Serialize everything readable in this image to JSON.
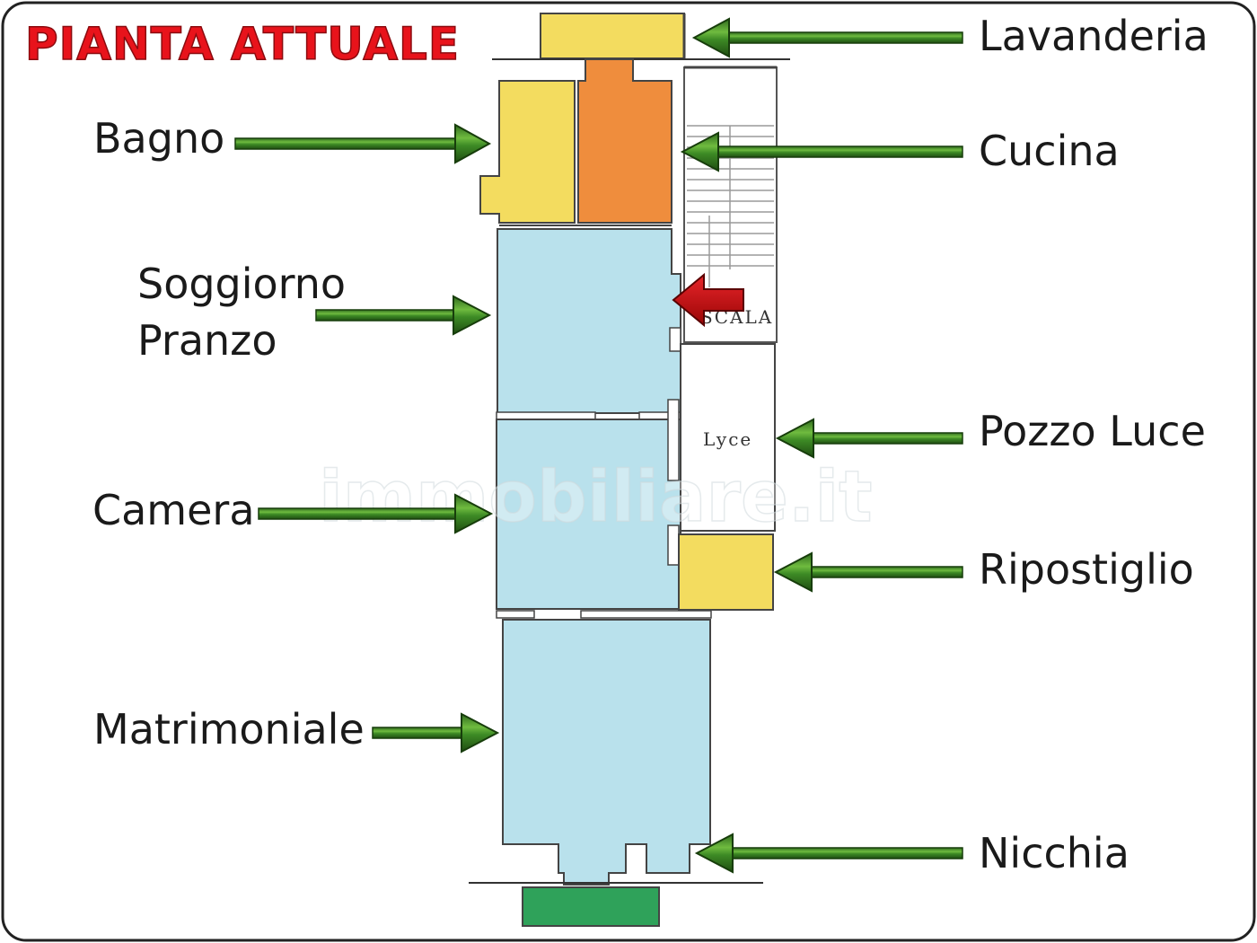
{
  "title": "PIANTA ATTUALE",
  "watermark": "immobiliare.it",
  "plan_text": {
    "scala": "SCALA",
    "luce": "Lyce"
  },
  "labels": {
    "lavanderia": "Lavanderia",
    "bagno": "Bagno",
    "cucina": "Cucina",
    "soggiorno": "Soggiorno",
    "pranzo": "Pranzo",
    "pozzo_luce": "Pozzo Luce",
    "camera": "Camera",
    "ripostiglio": "Ripostiglio",
    "matrimoniale": "Matrimoniale",
    "nicchia": "Nicchia"
  },
  "colors": {
    "wet_room_yellow": "#f3dc5f",
    "kitchen_orange": "#ef8d3d",
    "living_blue": "#b9e1ec",
    "balcony_green": "#2fa25a",
    "arrow_green": "#2f6b1e",
    "entrance_arrow_red": "#cc0b0b",
    "title_red": "#e8131b"
  }
}
